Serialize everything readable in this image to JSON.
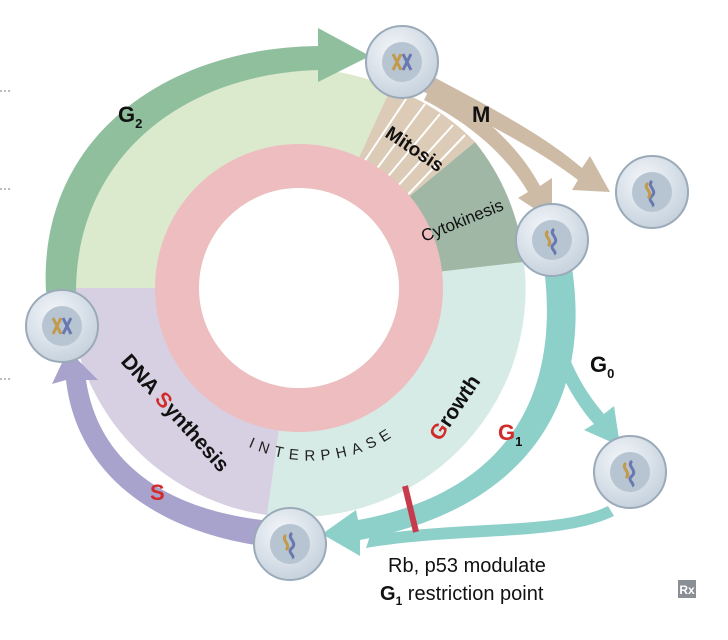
{
  "labels": {
    "g2": "G",
    "g2_sub": "2",
    "m": "M",
    "mitosis": "Mitosis",
    "cytokinesis": "Cytokinesis",
    "g0": "G",
    "g0_sub": "0",
    "g1": "G",
    "g1_sub": "1",
    "growth_initial": "G",
    "growth_rest": "rowth",
    "interphase": "INTERPHASE",
    "dna_synthesis_a": "DNA ",
    "dna_synthesis_s": "S",
    "dna_synthesis_b": "ynthesis",
    "s": "S",
    "restriction_line1": "Rb, p53 modulate",
    "restriction_line2_g": "G",
    "restriction_line2_sub": "1",
    "restriction_line2_rest": " restriction point",
    "logo": "Rx"
  },
  "colors": {
    "g2_arrow": "#8fbf9c",
    "s_arrow": "#a8a3cc",
    "g1_arrow": "#8dcfc9",
    "m_arrow": "#cdbba6",
    "g2_sector": "#dbe9cc",
    "s_sector": "#d6d0e2",
    "g1_sector": "#d7ebe6",
    "mitosis_sector": "#dccbb6",
    "cytokinesis_sector": "#9fb7a4",
    "interphase_ring": "#edbdc0",
    "accent_red": "#d12b2b",
    "restriction_bar": "#c73b4c",
    "cell_fill": "#d8e1ea",
    "cell_stroke": "#9aaab9"
  }
}
